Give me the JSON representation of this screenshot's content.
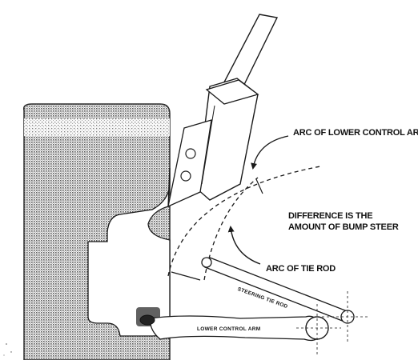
{
  "labels": {
    "arc_lower_control_arm": "ARC OF LOWER CONTROL ARM",
    "difference_line1": "DIFFERENCE IS THE",
    "difference_line2": "AMOUNT OF BUMP STEER",
    "arc_tie_rod": "ARC OF TIE ROD",
    "steering_tie_rod": "STEERING TIE ROD",
    "lower_control_arm": "LOWER CONTROL ARM"
  },
  "colors": {
    "ink": "#1a1a1a",
    "halftone": "#8a8a8a",
    "background": "#ffffff"
  }
}
